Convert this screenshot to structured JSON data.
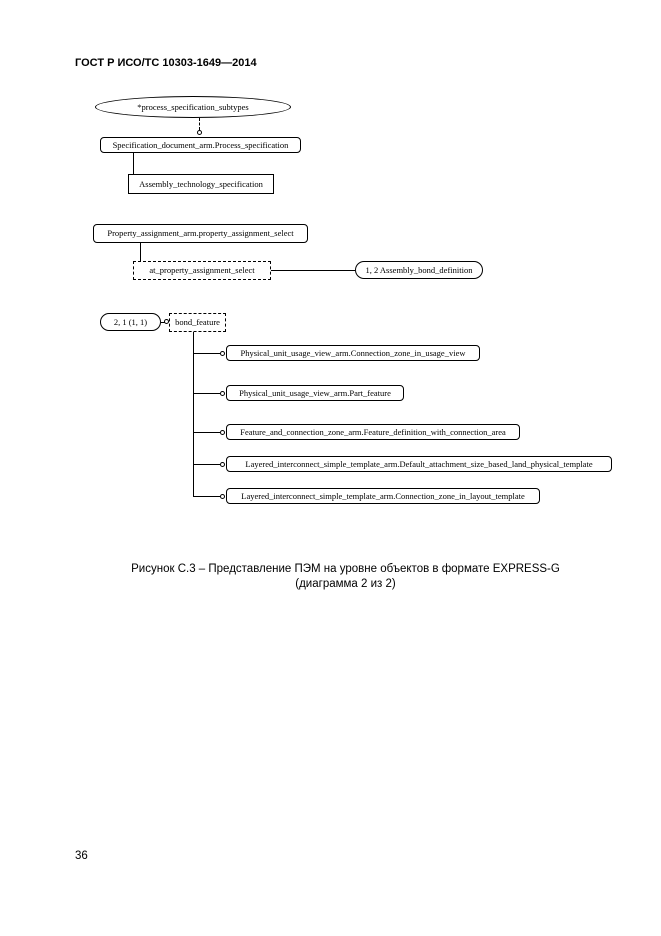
{
  "page": {
    "header": "ГОСТ Р ИСО/ТС 10303-1649—2014",
    "number": "36",
    "caption_line1": "Рисунок С.3 – Представление ПЭМ на уровне объектов в формате EXPRESS-G",
    "caption_line2": "(диаграмма 2 из 2)"
  },
  "diagram": {
    "subtypes_ellipse": "*process_specification_subtypes",
    "specification_document": "Specification_document_arm.Process_specification",
    "assembly_technology": "Assembly_technology_specification",
    "property_assignment_select": "Property_assignment_arm.property_assignment_select",
    "at_property_assignment_select": "at_property_assignment_select",
    "assembly_bond_definition_ref": "1, 2 Assembly_bond_definition",
    "page_ref": "2, 1 (1, 1)",
    "bond_feature": "bond_feature",
    "leaf_boxes": [
      "Physical_unit_usage_view_arm.Connection_zone_in_usage_view",
      "Physical_unit_usage_view_arm.Part_feature",
      "Feature_and_connection_zone_arm.Feature_definition_with_connection_area",
      "Layered_interconnect_simple_template_arm.Default_attachment_size_based_land_physical_template",
      "Layered_interconnect_simple_template_arm.Connection_zone_in_layout_template"
    ]
  }
}
